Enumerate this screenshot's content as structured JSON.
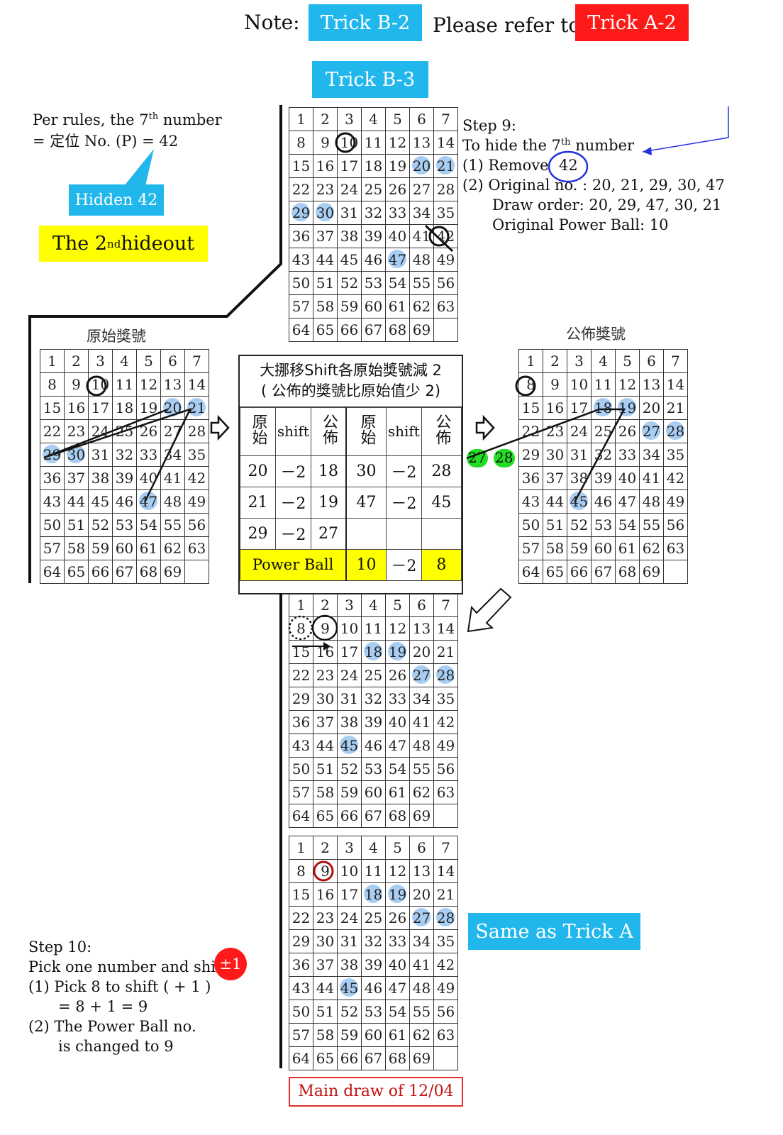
{
  "note": {
    "note_label": "Note:",
    "trick_b2": "Trick B-2",
    "refer_text": "Please refer to",
    "trick_a2": "Trick A-2"
  },
  "trick_b3": "Trick B-3",
  "rules": {
    "line1_pre": "Per rules, the 7",
    "line1_sup": "th",
    "line1_post": " number",
    "line2": "= 定位 No. (P) = 42"
  },
  "hidden_label": "Hidden 42",
  "hideout": {
    "pre": "The 2",
    "sup": "nd",
    "post": " hideout"
  },
  "step9": {
    "title": "Step 9:",
    "line1_pre": "To hide the 7",
    "line1_sup": "th",
    "line1_post": "  number",
    "line2": "(1)  Remove",
    "remove_value": "42",
    "line3": "(2) Original no. :  20, 21, 29, 30, 47",
    "line4": "Draw order:  20, 29, 47, 30, 21",
    "line5": "Original Power Ball:  10"
  },
  "label_original": "原始獎號",
  "label_published": "公佈獎號",
  "grid_numbers": [
    1,
    2,
    3,
    4,
    5,
    6,
    7,
    8,
    9,
    10,
    11,
    12,
    13,
    14,
    15,
    16,
    17,
    18,
    19,
    20,
    21,
    22,
    23,
    24,
    25,
    26,
    27,
    28,
    29,
    30,
    31,
    32,
    33,
    34,
    35,
    36,
    37,
    38,
    39,
    40,
    41,
    42,
    43,
    44,
    45,
    46,
    47,
    48,
    49,
    50,
    51,
    52,
    53,
    54,
    55,
    56,
    57,
    58,
    59,
    60,
    61,
    62,
    63,
    64,
    65,
    66,
    67,
    68,
    69
  ],
  "grids": {
    "top": {
      "highlight": [
        20,
        21,
        29,
        30,
        47
      ]
    },
    "left": {
      "highlight": [
        20,
        21,
        29,
        30,
        47
      ]
    },
    "right": {
      "highlight": [
        18,
        19,
        27,
        28,
        45
      ]
    },
    "mid": {
      "highlight": [
        18,
        19,
        27,
        28,
        45
      ]
    },
    "bottom": {
      "highlight": [
        18,
        19,
        27,
        28,
        45
      ]
    }
  },
  "shift_table": {
    "title_line1": "大挪移Shift各原始獎號減 2",
    "title_line2": "( 公佈的獎號比原始值少 2)",
    "headers": [
      "原始",
      "shift",
      "公佈",
      "原始",
      "shift",
      "公佈"
    ],
    "rows": [
      [
        "20",
        "－2",
        "18",
        "30",
        "－2",
        "28"
      ],
      [
        "21",
        "－2",
        "19",
        "47",
        "－2",
        "45"
      ],
      [
        "29",
        "－2",
        "27",
        "",
        "",
        ""
      ]
    ],
    "power_label": "Power Ball",
    "power_values": [
      "10",
      "－2",
      "8"
    ]
  },
  "green_labels": [
    "27",
    "28"
  ],
  "step10": {
    "title": "Step 10:",
    "line1": "Pick one number and shift",
    "badge": "±1",
    "line2": "(1) Pick 8 to shift  ( + 1 )",
    "line3": "= 8 + 1 = 9",
    "line4": "(2) The Power Ball no.",
    "line5": "is changed to 9"
  },
  "same_label": "Same as Trick A",
  "main_draw": "Main draw of 12/04",
  "colors": {
    "cyan": "#22b7ec",
    "red": "#ff1a1a",
    "yellow": "#ffff00",
    "highlight": "#a8cdf2",
    "green": "#22dd22",
    "dark_red": "#b01010",
    "blue": "#2233dd"
  }
}
